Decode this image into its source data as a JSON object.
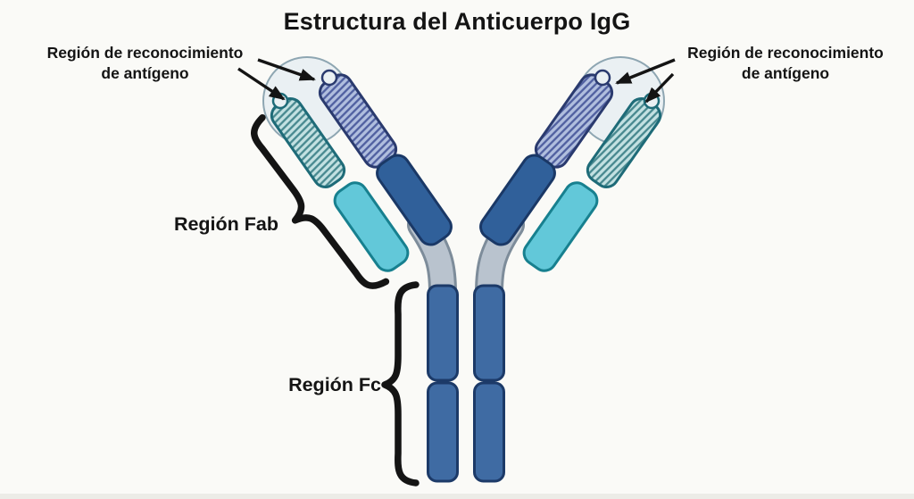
{
  "title": "Estructura del Anticuerpo IgG",
  "labels": {
    "antigen_recognition_left": {
      "line1": "Región de reconocimiento",
      "line2": "de antígeno"
    },
    "antigen_recognition_right": {
      "line1": "Región de reconocimiento",
      "line2": "de antígeno"
    },
    "fab_region": "Región Fab",
    "fc_region": "Región Fc"
  },
  "colors": {
    "background": "#fafaf7",
    "ink": "#141414",
    "light_variable_bg": "#c3e1e2",
    "light_variable_line": "#47888f",
    "light_variable_border": "#1e6b78",
    "light_constant": "#62c8d9",
    "light_constant_border": "#17808f",
    "heavy_variable_bg": "#b0bede",
    "heavy_variable_line": "#5060a0",
    "heavy_variable_border": "#2a3a6e",
    "heavy_constant": "#30609a",
    "heavy_constant_border": "#1a3866",
    "stem": "#3f6ba3",
    "stem_border": "#1c3a68",
    "hinge": "#b9c3ce",
    "hinge_border": "#7d8c9a",
    "circle_fill": "#eaf0f3",
    "circle_border": "#8ea6b2"
  }
}
